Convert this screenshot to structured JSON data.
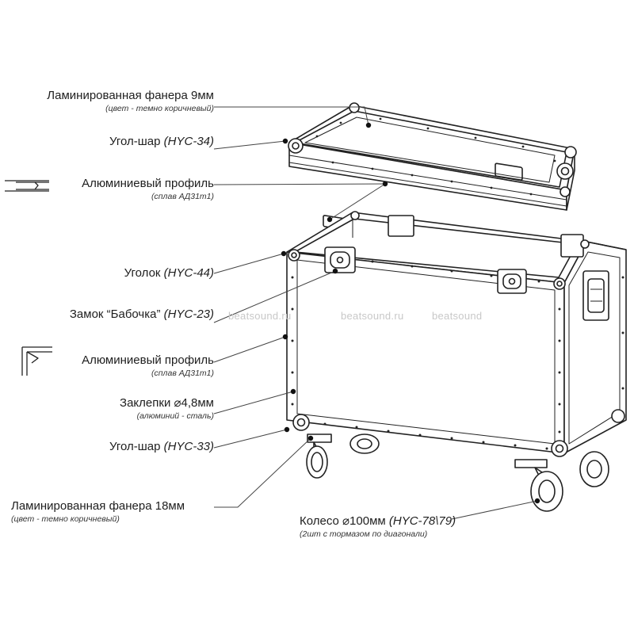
{
  "labels": [
    {
      "id": "plywood9",
      "main": "Ламинированная фанера 9мм",
      "code": "",
      "sub": "(цвет - темно коричневый)"
    },
    {
      "id": "ball_corner_top",
      "main": "Угол-шар",
      "code": "(HYC-34)",
      "sub": ""
    },
    {
      "id": "alu_profile_1",
      "main": "Алюминиевый профиль",
      "code": "",
      "sub": "(сплав АД31т1)"
    },
    {
      "id": "corner_44",
      "main": "Уголок",
      "code": "(HYC-44)",
      "sub": ""
    },
    {
      "id": "butterfly_lock",
      "main": "Замок “Бабочка”",
      "code": "(HYC-23)",
      "sub": ""
    },
    {
      "id": "alu_profile_2",
      "main": "Алюминиевый профиль",
      "code": "",
      "sub": "(сплав АД31т1)"
    },
    {
      "id": "rivets",
      "main": "Заклепки  ⌀4,8мм",
      "code": "",
      "sub": "(алюминий - сталь)"
    },
    {
      "id": "ball_corner_bottom",
      "main": "Угол-шар",
      "code": "(HYC-33)",
      "sub": ""
    },
    {
      "id": "plywood18",
      "main": "Ламинированная фанера 18мм",
      "code": "",
      "sub": "(цвет - темно коричневый)"
    }
  ],
  "wheel": {
    "main": "Колесо ⌀100мм",
    "code": "(HYC-78\\79)",
    "sub": "(2шт с тормазом по диагонали)"
  },
  "watermarks": [
    "beatsound.ru",
    "beatsound.ru",
    "beatsound"
  ],
  "colors": {
    "line": "#222222",
    "text": "#1e1e1e",
    "watermark": "#c8c8c8"
  }
}
